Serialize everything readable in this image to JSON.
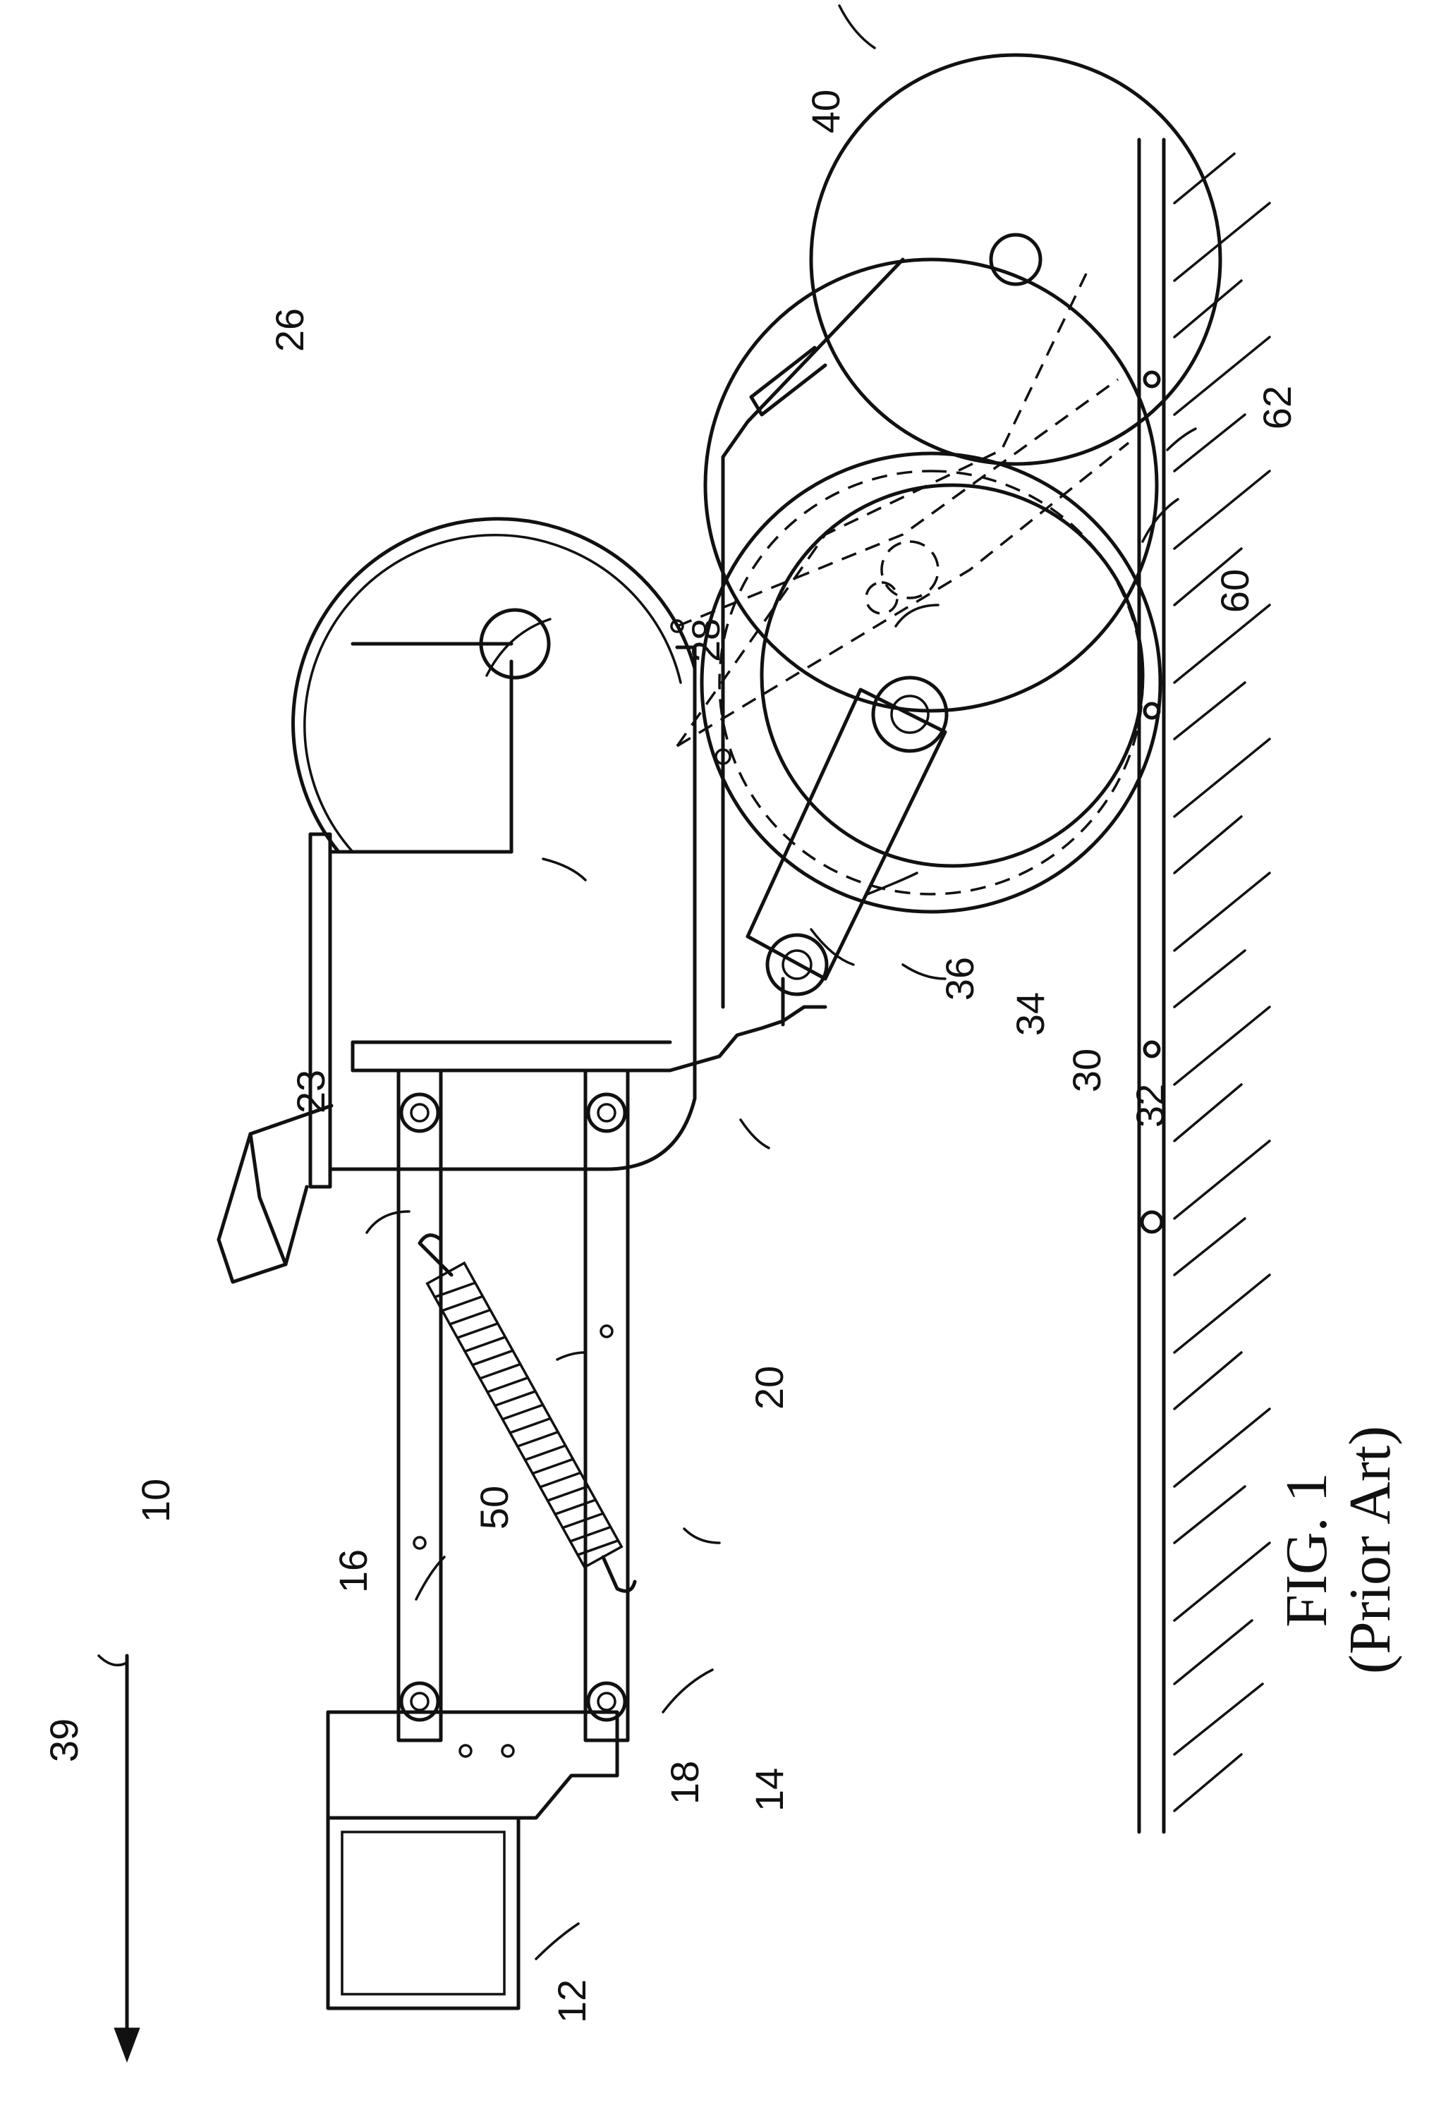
{
  "figure": {
    "caption": "FIG. 1",
    "caption_note": "(Prior Art)"
  },
  "reference_numerals": {
    "n10": "10",
    "n12": "12",
    "n14": "14",
    "n16": "16",
    "n18": "18",
    "n20": "20",
    "n23": "23",
    "n26": "26",
    "n28": "28",
    "n30": "30",
    "n32": "32",
    "n34": "34",
    "n36": "36",
    "n39": "39",
    "n40": "40",
    "n50": "50",
    "n60": "60",
    "n62": "62"
  }
}
